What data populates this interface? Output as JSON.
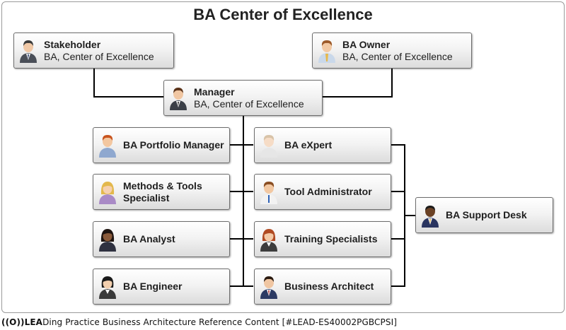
{
  "title": "BA Center of Excellence",
  "nodes": [
    {
      "id": "stakeholder",
      "name": "Stakeholder",
      "subtitle": "BA, Center of Excellence",
      "avatar": "man-gray-suit-icon"
    },
    {
      "id": "ba-owner",
      "name": "BA Owner",
      "subtitle": "BA, Center of Excellence",
      "avatar": "man-blue-tie-icon"
    },
    {
      "id": "manager",
      "name": "Manager",
      "subtitle": "BA, Center of Excellence",
      "avatar": "man-dark-suit-icon"
    },
    {
      "id": "ba-portfolio-manager",
      "name": "BA Portfolio Manager",
      "subtitle": "",
      "avatar": "man-redhead-icon"
    },
    {
      "id": "ba-expert",
      "name": "BA eXpert",
      "subtitle": "",
      "avatar": "man-light-icon"
    },
    {
      "id": "methods-tools-specialist",
      "name": "Methods & Tools Specialist",
      "subtitle": "",
      "avatar": "woman-blonde-icon"
    },
    {
      "id": "ba-analyst",
      "name": "BA Analyst",
      "subtitle": "",
      "avatar": "man-white-shirt-icon"
    },
    {
      "id": "tool-administrator",
      "name": "Tool Administrator",
      "subtitle": "",
      "avatar": "woman-dark-icon"
    },
    {
      "id": "ba-engineer",
      "name": "BA Engineer",
      "subtitle": "",
      "avatar": "woman-red-icon"
    },
    {
      "id": "training-specialists",
      "name": "Training Specialists",
      "subtitle": "",
      "avatar": "woman-black-hair-icon"
    },
    {
      "id": "business-architect",
      "name": "Business Architect",
      "subtitle": "",
      "avatar": "man-navy-suit-icon"
    },
    {
      "id": "ba-support-desk",
      "name": "BA Support Desk",
      "subtitle": "",
      "avatar": "man-dark-skin-icon"
    }
  ],
  "footer": {
    "logo": "((O))LEA",
    "text": "Ding Practice Business Architecture Reference Content [#LEAD-ES40002PGBCPSI]"
  },
  "colors": {
    "connector": "#000000",
    "box_border": "#6d6d6d",
    "frame_border": "#9a9a9a"
  }
}
